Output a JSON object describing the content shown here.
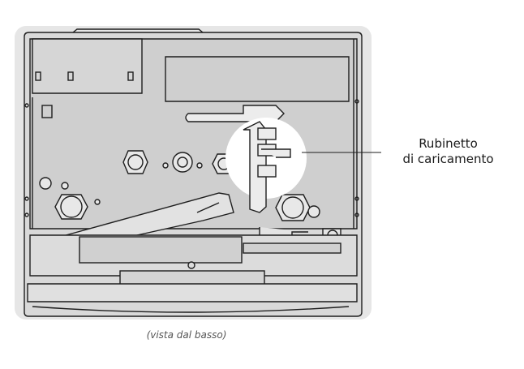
{
  "callout": {
    "line1": "Rubinetto",
    "line2": "di caricamento"
  },
  "caption": "(vista dal basso)",
  "colors": {
    "outline": "#1e1e1e",
    "background_panel": "#e6e6e6",
    "highlight": "#ffffff",
    "metal_fill": "#d9d9d9"
  }
}
